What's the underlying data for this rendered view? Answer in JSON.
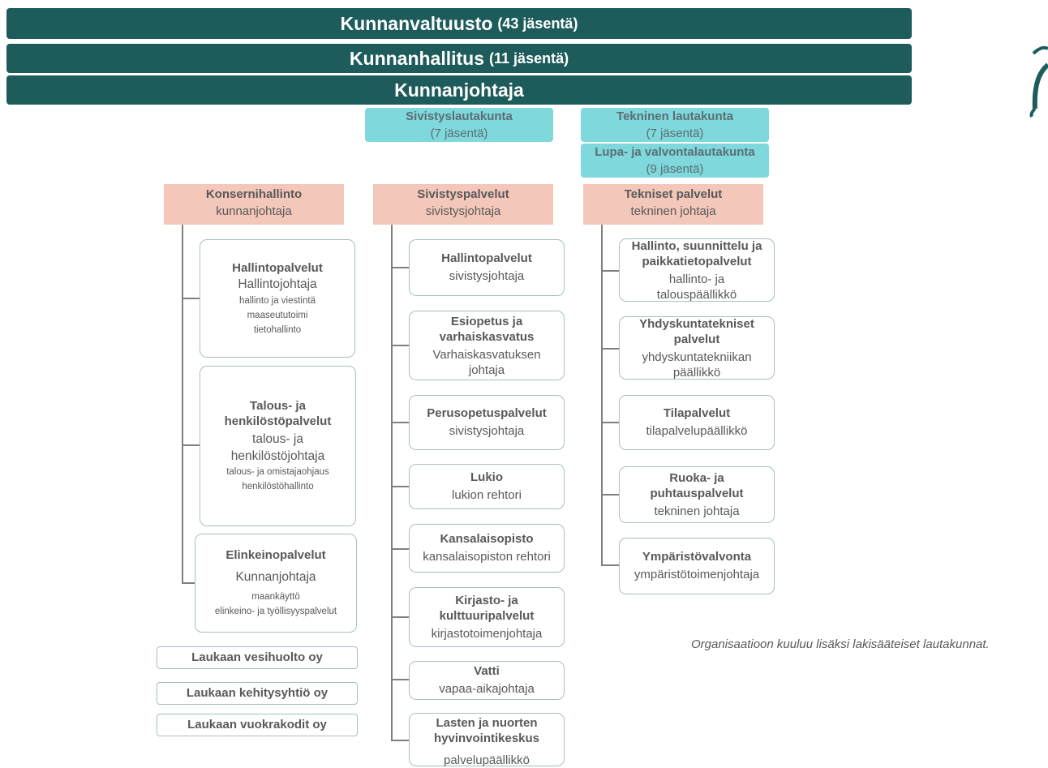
{
  "top": {
    "council": {
      "title": "Kunnanvaltuusto",
      "members": "(43 jäsentä)"
    },
    "board": {
      "title": "Kunnanhallitus",
      "members": "(11 jäsentä)"
    },
    "manager": {
      "title": "Kunnanjohtaja"
    }
  },
  "committees": {
    "sivistys": {
      "title": "Sivistyslautakunta",
      "members": "(7 jäsentä)"
    },
    "tekninen": {
      "title": "Tekninen lautakunta",
      "members": "(7 jäsentä)"
    },
    "lupa": {
      "title": "Lupa- ja valvontalautakunta",
      "members": "(9 jäsentä)"
    }
  },
  "departments": {
    "konserni": {
      "title": "Konsernihallinto",
      "head": "kunnanjohtaja"
    },
    "sivistys": {
      "title": "Sivistyspalvelut",
      "head": "sivistysjohtaja"
    },
    "tekniset": {
      "title": "Tekniset palvelut",
      "head": "tekninen johtaja"
    }
  },
  "konserni_units": {
    "hallinto": {
      "title": "Hallintopalvelut",
      "head": "Hallintojohtaja",
      "d1": "hallinto ja viestintä",
      "d2": "maaseututoimi",
      "d3": "tietohallinto"
    },
    "talous": {
      "t1": "Talous- ja",
      "t2": "henkilöstöpalvelut",
      "h1": "talous- ja",
      "h2": "henkilöstöjohtaja",
      "d1": "talous- ja omistajaohjaus",
      "d2": "henkilöstöhallinto"
    },
    "elinkeino": {
      "title": "Elinkeinopalvelut",
      "head": "Kunnanjohtaja",
      "d1": "maankäyttö",
      "d2": "elinkeino- ja työllisyyspalvelut"
    }
  },
  "companies": [
    "Laukaan vesihuolto oy",
    "Laukaan kehitysyhtiö oy",
    "Laukaan vuokrakodit oy"
  ],
  "sivistys_units": {
    "u1": {
      "title": "Hallintopalvelut",
      "head": "sivistysjohtaja"
    },
    "u2": {
      "t1": "Esiopetus ja",
      "t2": "varhaiskasvatus",
      "h1": "Varhaiskasvatuksen",
      "h2": "johtaja"
    },
    "u3": {
      "title": "Perusopetuspalvelut",
      "head": "sivistysjohtaja"
    },
    "u4": {
      "title": "Lukio",
      "head": "lukion rehtori"
    },
    "u5": {
      "title": "Kansalaisopisto",
      "head": "kansalaisopiston rehtori"
    },
    "u6": {
      "t1": "Kirjasto- ja",
      "t2": "kulttuuripalvelut",
      "head": "kirjastotoimenjohtaja"
    },
    "u7": {
      "title": "Vatti",
      "head": "vapaa-aikajohtaja"
    },
    "u8": {
      "t1": "Lasten ja nuorten",
      "t2": "hyvinvointikeskus",
      "head": "palvelupäällikkö"
    }
  },
  "tekniset_units": {
    "u1": {
      "t1": "Hallinto, suunnittelu ja",
      "t2": "paikkatietopalvelut",
      "h1": "hallinto- ja",
      "h2": "talouspäällikkö"
    },
    "u2": {
      "t1": "Yhdyskuntatekniset",
      "t2": "palvelut",
      "h1": "yhdyskuntatekniikan",
      "h2": "päällikkö"
    },
    "u3": {
      "title": "Tilapalvelut",
      "head": "tilapalvelupäällikkö"
    },
    "u4": {
      "t1": "Ruoka- ja",
      "t2": "puhtauspalvelut",
      "head": "tekninen johtaja"
    },
    "u5": {
      "title": "Ympäristövalvonta",
      "head": "ympäristötoimenjohtaja"
    }
  },
  "note": "Organisaatioon kuuluu lisäksi lakisääteiset lautakunnat.",
  "colors": {
    "dark_teal": "#1e5c5c",
    "light_teal": "#7fd8dc",
    "salmon": "#f4c7bb"
  },
  "icons": {
    "logo": "laukaa-logo-icon"
  }
}
